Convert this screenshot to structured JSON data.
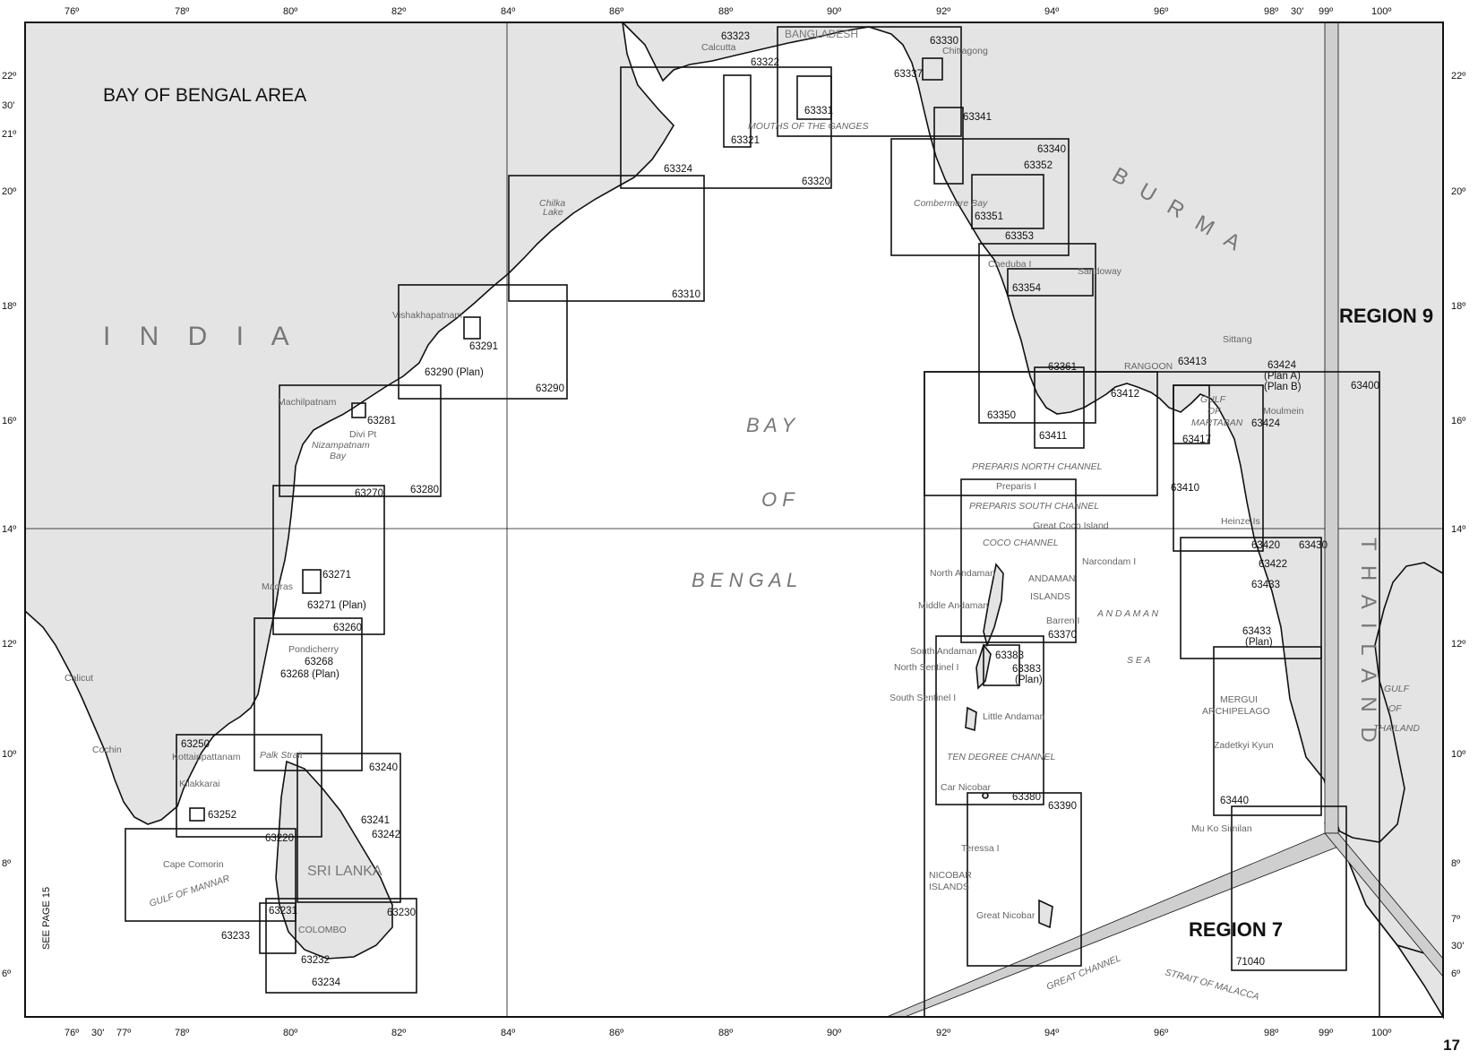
{
  "map": {
    "title": "BAY OF BENGAL AREA",
    "page_number": "17",
    "see_page": "SEE PAGE 15",
    "regions": [
      "REGION 9",
      "REGION 7"
    ],
    "countries": {
      "india": "I N D I A",
      "burma": "B U R M A",
      "thailand": "T H A I L A N D",
      "sri_lanka": "SRI LANKA",
      "bangladesh": "BANGLADESH"
    },
    "seas": {
      "bay_line1": "B A Y",
      "bay_line2": "O F",
      "bay_line3": "B E N G A L",
      "andaman_line1": "A N D A M A N",
      "andaman_line2": "S E A",
      "great_channel": "GREAT   CHANNEL",
      "strait_of_malacca": "STRAIT OF MALACCA",
      "gulf_of_mannar": "GULF   OF   MANNAR",
      "gulf_of_thailand_1": "GULF",
      "gulf_of_thailand_2": "OF",
      "gulf_of_thailand_3": "THAILAND",
      "gulf_of_martaban_1": "GULF",
      "gulf_of_martaban_2": "OF",
      "gulf_of_martaban_3": "MARTABAN",
      "mouths_of_the_ganges": "MOUTHS OF THE GANGES",
      "combermere_bay": "Combermere Bay",
      "nizampatnam_bay_1": "Nizampatnam",
      "nizampatnam_bay_2": "Bay",
      "palk_strait": "Palk  Strait",
      "chilka_lake_1": "Chilka",
      "chilka_lake_2": "Lake",
      "preparis_north_channel": "PREPARIS NORTH CHANNEL",
      "preparis_south_channel": "PREPARIS SOUTH CHANNEL",
      "coco_channel": "COCO CHANNEL",
      "ten_degree_channel": "TEN DEGREE CHANNEL"
    },
    "places": {
      "calcutta": "Calcutta",
      "chittagong": "Chittagong",
      "vishakhapatnam": "Vishakhapatnam",
      "machilipatnam": "Machilpatnam",
      "divi_pt": "Divi Pt",
      "madras": "Madras",
      "pondicherry": "Pondicherry",
      "kottaipattanam": "Kottaippattanam",
      "kilakkarai": "Kilakkarai",
      "calicut": "Calicut",
      "cochin": "Cochin",
      "cape_comorin": "Cape Comorin",
      "colombo": "COLOMBO",
      "cheduba_i": "Cheduba I",
      "sandoway": "Sandoway",
      "sittang": "Sittang",
      "rangoon": "RANGOON",
      "moulmein": "Moulmein",
      "preparis_i": "Preparis I",
      "great_coco_island": "Great Coco Island",
      "narcondam_i": "Narcondam I",
      "north_andaman": "North Andaman",
      "middle_andaman": "Middle Andaman",
      "andaman_islands_1": "ANDAMAN",
      "andaman_islands_2": "ISLANDS",
      "barren_i": "Barren I",
      "south_andaman": "South Andaman",
      "north_sentinel_i": "North Sentinel I",
      "south_sentinel_i": "South Sentinel I",
      "little_andaman": "Little Andaman",
      "car_nicobar": "Car Nicobar",
      "teressa_i": "Teressa I",
      "nicobar_islands_1": "NICOBAR",
      "nicobar_islands_2": "ISLANDS",
      "great_nicobar": "Great Nicobar",
      "heinze_is": "Heinze Is",
      "mergui_archipelago_1": "MERGUI",
      "mergui_archipelago_2": "ARCHIPELAGO",
      "zadetkyi_kyun": "Zadetkyi Kyun",
      "mu_ko_similan": "Mu Ko Similan"
    },
    "longitude_ticks_top": [
      "76º",
      "78º",
      "80º",
      "82º",
      "84º",
      "86º",
      "88º",
      "90º",
      "92º",
      "94º",
      "96º",
      "98º",
      "30'",
      "99º",
      "100º"
    ],
    "longitude_ticks_bottom": [
      "76º",
      "30'",
      "77º",
      "78º",
      "80º",
      "82º",
      "84º",
      "86º",
      "88º",
      "90º",
      "92º",
      "94º",
      "96º",
      "98º",
      "99º",
      "100º"
    ],
    "latitude_ticks_left": [
      "22º",
      "30'",
      "21º",
      "20º",
      "18º",
      "16º",
      "14º",
      "12º",
      "10º",
      "8º",
      "6º"
    ],
    "latitude_ticks_right": [
      "22º",
      "20º",
      "18º",
      "16º",
      "14º",
      "12º",
      "10º",
      "8º",
      "7º",
      "30'",
      "6º"
    ],
    "charts": [
      "63323",
      "63322",
      "63321",
      "63330",
      "63337",
      "63331",
      "63341",
      "63340",
      "63352",
      "63351",
      "63353",
      "63354",
      "63320",
      "63324",
      "63310",
      "63291",
      "63290 (Plan)",
      "63290",
      "63281",
      "63280",
      "63270",
      "63271",
      "63271 (Plan)",
      "63260",
      "63268",
      "63268 (Plan)",
      "63250",
      "63252",
      "63240",
      "63241",
      "63242",
      "63220",
      "63231",
      "63233",
      "63230",
      "63232",
      "63234",
      "63361",
      "63412",
      "63413",
      "63350",
      "63411",
      "63410",
      "63417",
      "63424",
      "(Plan A)",
      "(Plan B)",
      "63424",
      "63400",
      "63420",
      "63430",
      "63422",
      "63433",
      "63433",
      "(Plan)",
      "63440",
      "71040",
      "63370",
      "63383",
      "63383",
      "(Plan)",
      "63380",
      "63390"
    ]
  }
}
